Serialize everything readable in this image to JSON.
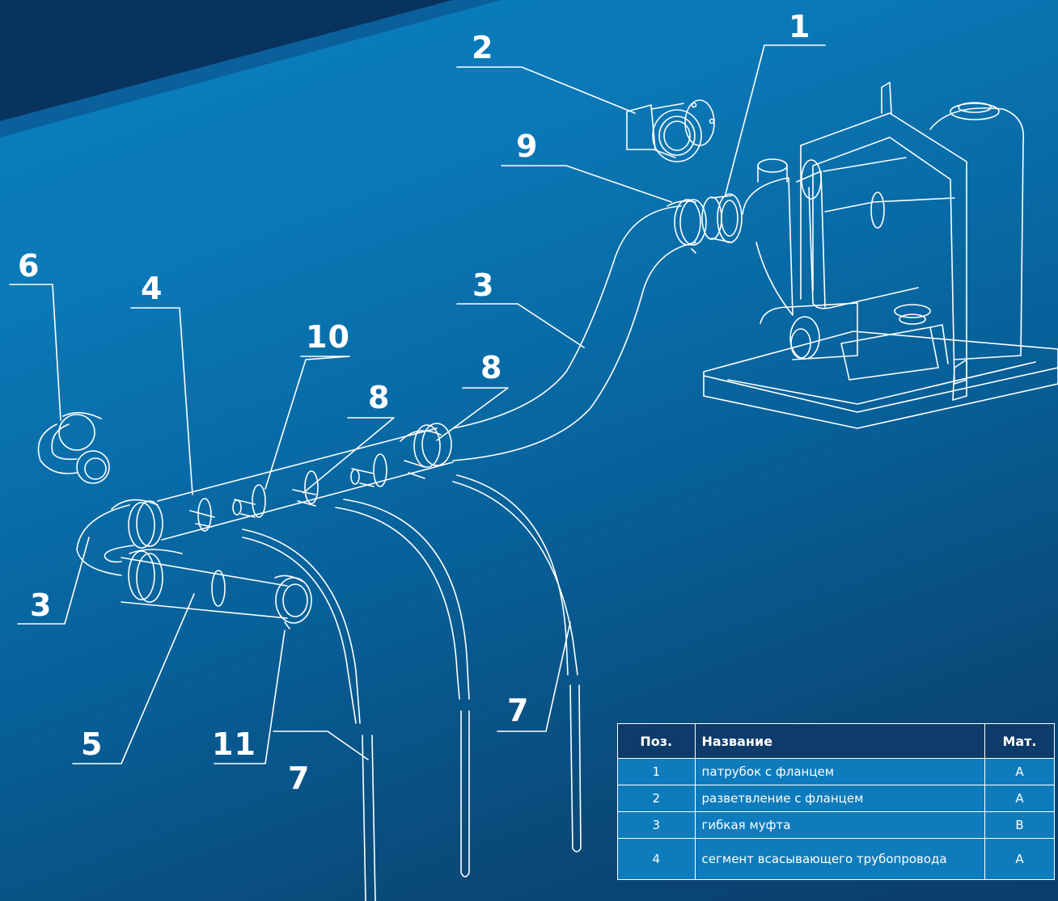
{
  "callouts": {
    "c1": "1",
    "c2": "2",
    "c3a": "3",
    "c3b": "3",
    "c4": "4",
    "c5": "5",
    "c6": "6",
    "c7a": "7",
    "c7b": "7",
    "c8a": "8",
    "c8b": "8",
    "c9": "9",
    "c10": "10",
    "c11": "11"
  },
  "table": {
    "headers": [
      "Поз.",
      "Название",
      "Мат."
    ],
    "rows": [
      {
        "pos": "1",
        "name": "патрубок с фланцем",
        "mat": "A"
      },
      {
        "pos": "2",
        "name": "разветвление с фланцем",
        "mat": "A"
      },
      {
        "pos": "3",
        "name": "гибкая муфта",
        "mat": "B"
      },
      {
        "pos": "4",
        "name": "сегмент всасывающего трубопровода",
        "mat": "A"
      }
    ]
  },
  "colors": {
    "background_top": "#0a7fc0",
    "background_bottom": "#0b3d6a",
    "corner_band": "#08335c",
    "line": "#ffffff",
    "table_header": "#0d3b6a",
    "table_cell": "#0e7cbc"
  }
}
